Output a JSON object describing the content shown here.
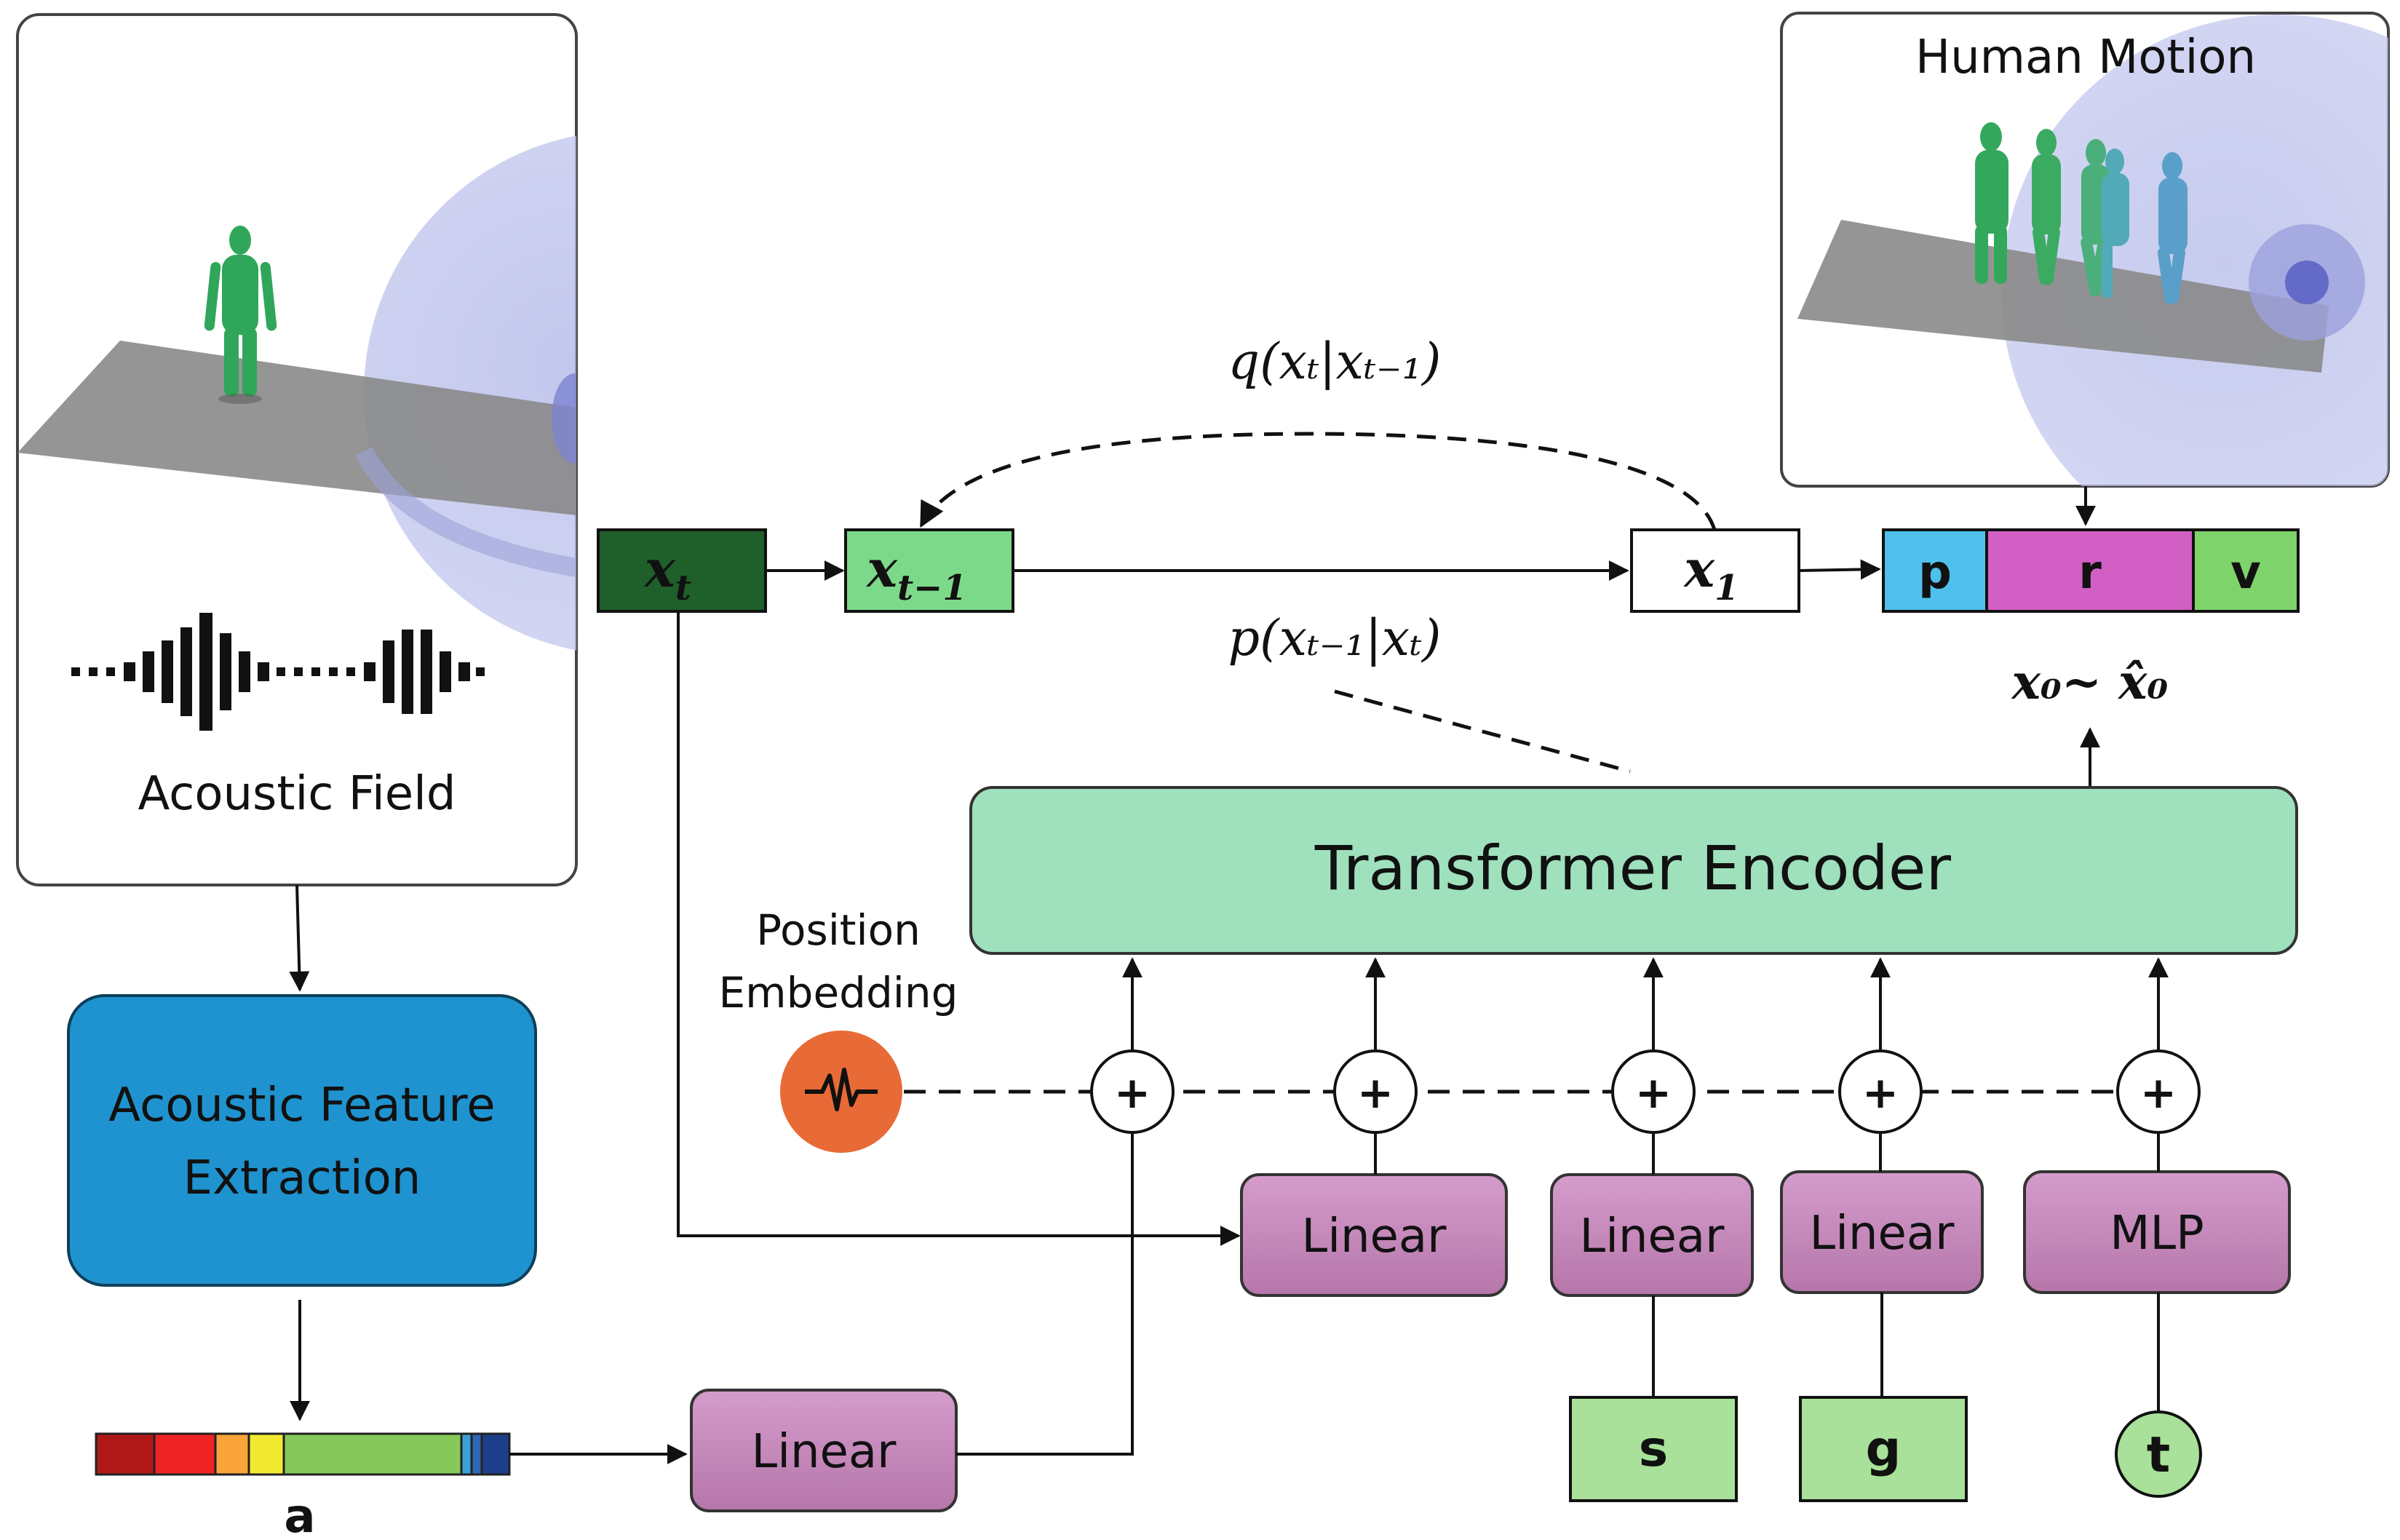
{
  "panels": {
    "acoustic_field_label": "Acoustic Field",
    "human_motion_label": "Human Motion"
  },
  "blocks": {
    "acoustic_feature_extraction_line1": "Acoustic Feature",
    "acoustic_feature_extraction_line2": "Extraction",
    "transformer_encoder": "Transformer Encoder",
    "position_embedding_line1": "Position",
    "position_embedding_line2": "Embedding",
    "linear_label": "Linear",
    "mlp_label": "MLP"
  },
  "states": {
    "x_t": "x",
    "x_t_sub": "t",
    "x_t_minus_1": "x",
    "x_t_minus_1_sub": "t−1",
    "x_1": "x",
    "x_1_sub": "1"
  },
  "output": {
    "p": "p",
    "r": "r",
    "v": "v",
    "sample_expr": "x₀~ x̂₀"
  },
  "process": {
    "forward": "q(xₜ|xₜ₋₁)",
    "reverse": "p(xₜ₋₁|xₜ)"
  },
  "inputs": {
    "s": "s",
    "g": "g",
    "t": "t",
    "a": "a"
  },
  "plus_symbol": "+",
  "colors": {
    "transformer_fill": "#9fe0bd",
    "linear_fill": "#c07fb4",
    "acoustic_block_fill": "#1f93cf",
    "position_embed_fill": "#e86a36",
    "x_t_fill": "#1f5f2a",
    "x_t_minus_1_fill": "#7dd98a",
    "p_fill": "#4fc0eb",
    "r_fill": "#d25fc4",
    "v_fill": "#7ed36b",
    "input_fill": "#a9e19a"
  }
}
